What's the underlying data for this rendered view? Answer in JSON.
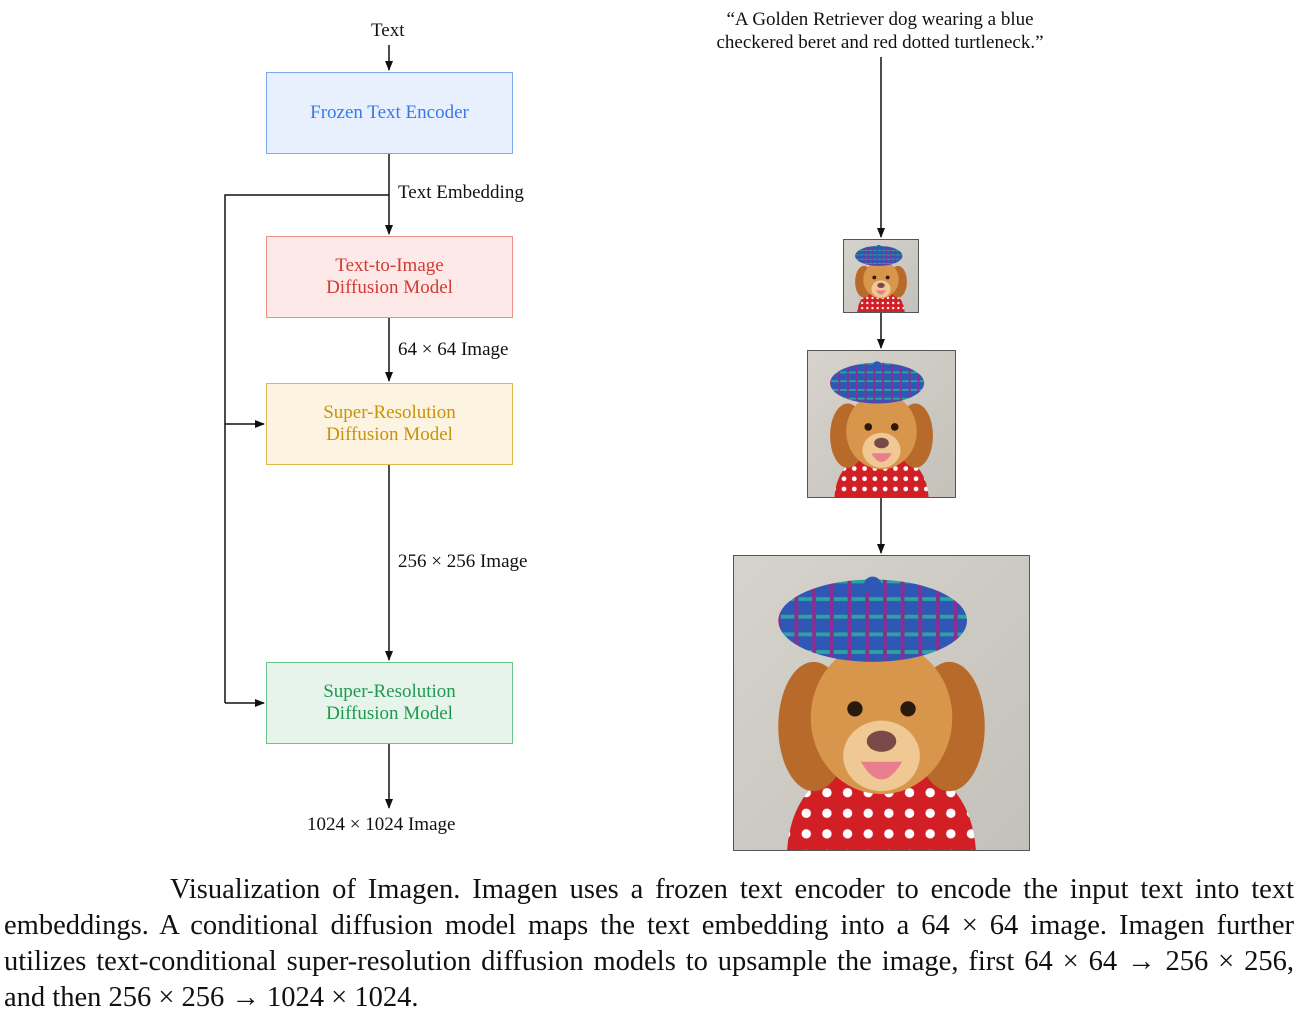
{
  "diagram": {
    "input_label": "Text",
    "boxes": {
      "encoder": "Frozen Text Encoder",
      "t2i_line1": "Text-to-Image",
      "t2i_line2": "Diffusion Model",
      "sr1_line1": "Super-Resolution",
      "sr1_line2": "Diffusion Model",
      "sr2_line1": "Super-Resolution",
      "sr2_line2": "Diffusion Model"
    },
    "edge_labels": {
      "embedding": "Text Embedding",
      "img64": "64 × 64 Image",
      "img256": "256 × 256 Image",
      "img1024": "1024 × 1024 Image"
    },
    "colors": {
      "encoder": "#3b78e7",
      "t2i": "#d33a33",
      "sr1": "#c99209",
      "sr2": "#1e9a4f"
    }
  },
  "example": {
    "prompt_line1": "“A Golden Retriever dog wearing a blue",
    "prompt_line2": "checkered beret and red dotted turtleneck.”"
  },
  "caption": "Visualization of Imagen. Imagen uses a frozen text encoder to encode the input text into text embeddings. A conditional diffusion model maps the text embedding into a 64 × 64 image. Imagen further utilizes text-conditional super-resolution diffusion models to upsample the image, first 64 × 64 → 256 × 256, and then 256 × 256 → 1024 × 1024."
}
